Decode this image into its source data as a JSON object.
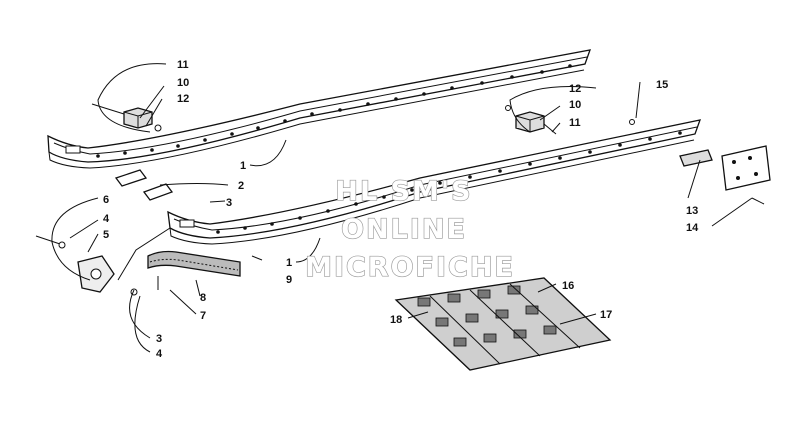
{
  "watermark": {
    "line1": "HL SM'S",
    "line2": "ONLINE",
    "line3": "MICROFICHE"
  },
  "callouts": {
    "c1_top": "1",
    "c1_bottom": "1",
    "c2": "2",
    "c3_upper": "3",
    "c3_lower": "3",
    "c4_upper": "4",
    "c4_lower": "4",
    "c5": "5",
    "c6": "6",
    "c7": "7",
    "c8": "8",
    "c9": "9",
    "c10_left": "10",
    "c10_right": "10",
    "c11_left": "11",
    "c11_right": "11",
    "c12_left": "12",
    "c12_right": "12",
    "c13": "13",
    "c14": "14",
    "c15": "15",
    "c16": "16",
    "c17": "17",
    "c18": "18"
  }
}
